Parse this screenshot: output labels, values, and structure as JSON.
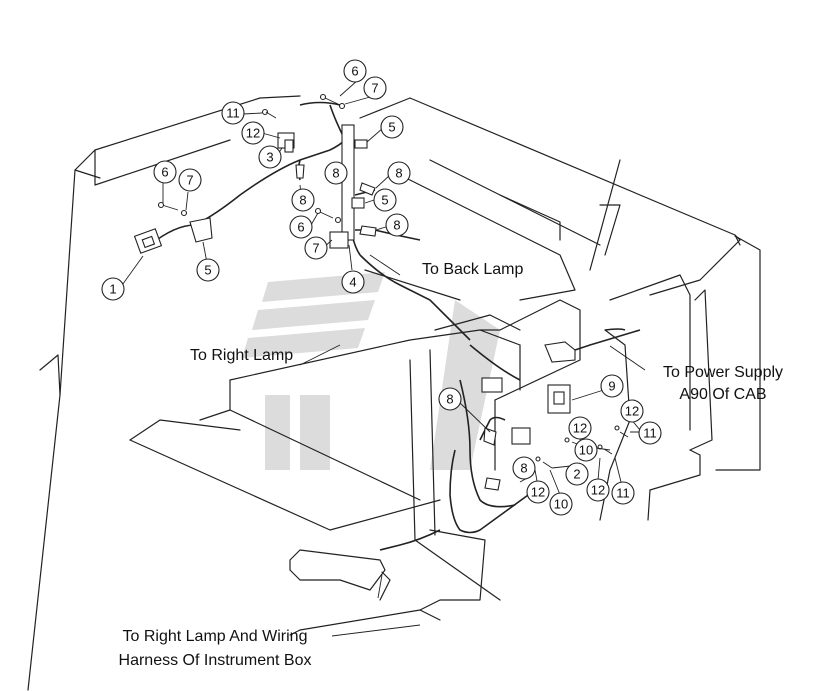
{
  "labels": {
    "to_back_lamp": "To Back Lamp",
    "to_right_lamp": "To Right Lamp",
    "power_supply_line1": "To Power Supply",
    "power_supply_line2": "A90 Of CAB",
    "instrument_line1": "To Right Lamp And Wiring",
    "instrument_line2": "Harness Of Instrument Box"
  },
  "callouts": [
    "1",
    "2",
    "3",
    "4",
    "5",
    "6",
    "7",
    "8",
    "9",
    "10",
    "11",
    "12"
  ]
}
